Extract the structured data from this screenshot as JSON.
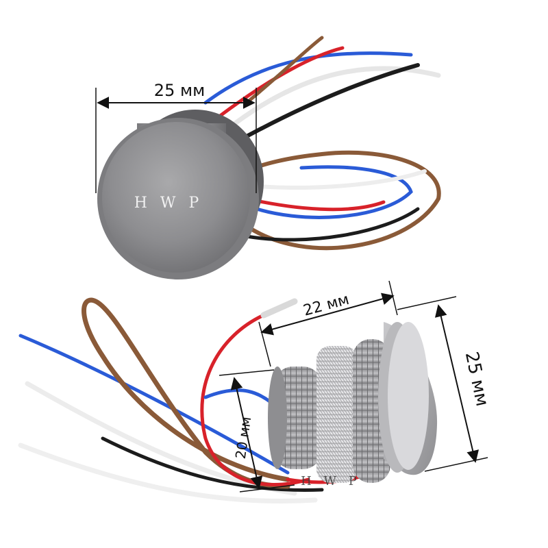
{
  "top_photo": {
    "dimension_label": "25 мм",
    "watermark": "H W P"
  },
  "bottom_photo": {
    "length_label": "22 мм",
    "thread_label": "20 мм",
    "diameter_label": "25 мм",
    "watermark": "H W P"
  },
  "colors": {
    "wire_red": "#d8222a",
    "wire_blue": "#2a5bd7",
    "wire_brown": "#8a5a38",
    "wire_black": "#1c1c1c",
    "wire_white": "#f2f2f2",
    "metal": "#8c8c8e",
    "dimension_line": "#111111"
  }
}
